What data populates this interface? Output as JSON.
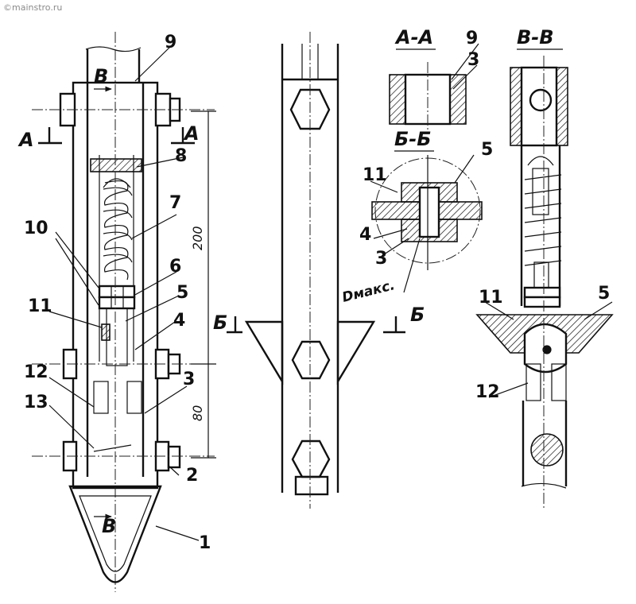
{
  "watermark": "©mainstro.ru",
  "labels": {
    "n1": "1",
    "n2": "2",
    "n3": "3",
    "n4": "4",
    "n5": "5",
    "n6": "6",
    "n7": "7",
    "n8": "8",
    "n9": "9",
    "n10": "10",
    "n11": "11",
    "n12": "12",
    "n13": "13"
  },
  "sections": {
    "aa": "А-А",
    "bb": "Б-Б",
    "vv": "В-В",
    "a": "А",
    "b": "Б",
    "v": "В"
  },
  "dimensions": {
    "d200": "200",
    "d80": "80",
    "dmax": "Dмакс."
  }
}
